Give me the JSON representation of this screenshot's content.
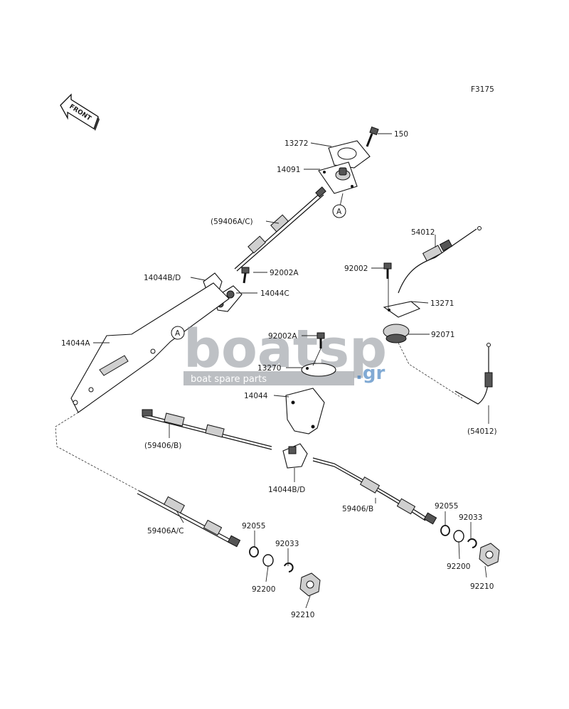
{
  "figure_id": "F3175",
  "front_label": "FRONT",
  "callout_letter": "A",
  "watermark": {
    "brand": "boatsp",
    "tld": ".gr",
    "tagline": "boat spare parts",
    "brand_color": "#2f72b8"
  },
  "part_labels": [
    {
      "id": "p13272",
      "text": "13272"
    },
    {
      "id": "p150",
      "text": "150"
    },
    {
      "id": "p14091",
      "text": "14091"
    },
    {
      "id": "p59406ac_top",
      "text": "(59406A/C)"
    },
    {
      "id": "p54012_top",
      "text": "54012"
    },
    {
      "id": "p92002",
      "text": "92002"
    },
    {
      "id": "p14044bd_top",
      "text": "14044B/D"
    },
    {
      "id": "p92002a_top",
      "text": "92002A"
    },
    {
      "id": "p14044c",
      "text": "14044C"
    },
    {
      "id": "p13271",
      "text": "13271"
    },
    {
      "id": "p14044a",
      "text": "14044A"
    },
    {
      "id": "p92002a_mid",
      "text": "92002A"
    },
    {
      "id": "p92071",
      "text": "92071"
    },
    {
      "id": "p13270",
      "text": "13270"
    },
    {
      "id": "p14044",
      "text": "14044"
    },
    {
      "id": "p54012_paren",
      "text": "(54012)"
    },
    {
      "id": "p59406b_paren",
      "text": "(59406/B)"
    },
    {
      "id": "p14044bd_bottom",
      "text": "14044B/D"
    },
    {
      "id": "p59406b",
      "text": "59406/B"
    },
    {
      "id": "p92055_right",
      "text": "92055"
    },
    {
      "id": "p92033_right",
      "text": "92033"
    },
    {
      "id": "p59406ac_bottom",
      "text": "59406A/C"
    },
    {
      "id": "p92055_left",
      "text": "92055"
    },
    {
      "id": "p92033_left",
      "text": "92033"
    },
    {
      "id": "p92200_right",
      "text": "92200"
    },
    {
      "id": "p92210_right",
      "text": "92210"
    },
    {
      "id": "p92200_left",
      "text": "92200"
    },
    {
      "id": "p92210_left",
      "text": "92210"
    }
  ]
}
